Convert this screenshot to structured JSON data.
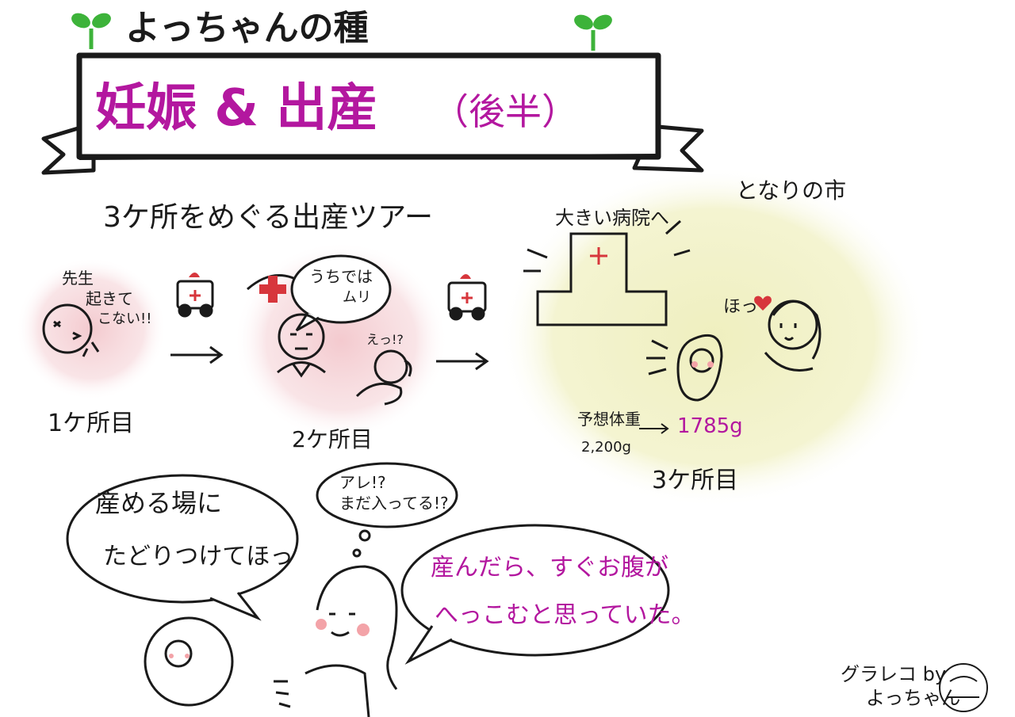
{
  "header": {
    "series_title": "よっちゃんの種",
    "main_title": "妊娠 & 出産",
    "subtitle": "（後半）"
  },
  "tour": {
    "title": "3ケ所をめぐる出産ツアー",
    "stop1": {
      "caption": "1ケ所目",
      "speech_line1": "先生",
      "speech_line2": "起きて",
      "speech_line3": "こない!!"
    },
    "stop2": {
      "caption": "2ケ所目",
      "speech_line1": "うちでは",
      "speech_line2": "ムリ",
      "reaction": "えっ!?"
    },
    "stop3": {
      "city_label": "となりの市",
      "hospital_label": "大きい病院へ",
      "relief": "ほっ",
      "weight_label_line1": "予想体重",
      "weight_label_line2": "2,200g",
      "actual_weight": "1785g",
      "caption": "3ケ所目"
    }
  },
  "bottom": {
    "left_bubble_line1": "産める場に",
    "left_bubble_line2": "たどりつけてほっ",
    "thought_line1": "アレ!?",
    "thought_line2": "まだ入ってる!?",
    "right_bubble_line1": "産んだら、すぐお腹が",
    "right_bubble_line2": "へっこむと思っていた。"
  },
  "signature": {
    "line1": "グラレコ by",
    "line2": "よっちゃん"
  },
  "colors": {
    "accent_magenta": "#b3179f",
    "ink": "#1a1a1a",
    "pink_glow": "#f3c7cc",
    "yellow_glow": "#efefbf",
    "sprout_green": "#3db33a",
    "cross_red": "#d7363c"
  }
}
